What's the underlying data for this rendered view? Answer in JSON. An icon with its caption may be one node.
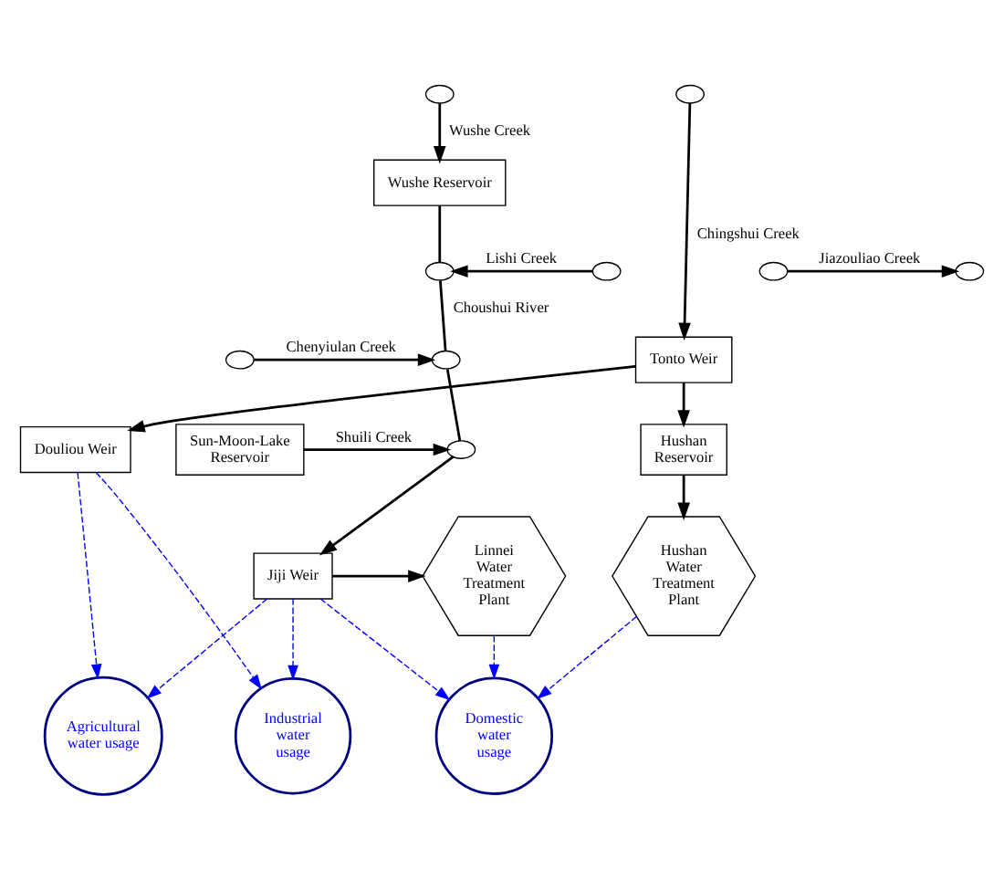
{
  "diagram": {
    "nodes": [
      {
        "text": [],
        "shape": "cloud"
      },
      {
        "text": [],
        "shape": "cloud"
      },
      {
        "text": [
          "Wushe Reservoir"
        ]
      },
      {
        "text": [],
        "shape": "cloud"
      },
      {
        "text": [],
        "shape": "cloud"
      },
      {
        "text": [
          "Tonto Weir"
        ]
      },
      {
        "text": [],
        "shape": "cloud"
      },
      {
        "text": [],
        "shape": "cloud"
      },
      {
        "text": [
          "Sun-Moon-Lake Reservoir"
        ]
      },
      {
        "text": [],
        "shape": "cloud"
      },
      {
        "text": [],
        "shape": "cloud"
      },
      {
        "text": [
          "Hushan Reservoir"
        ]
      },
      {
        "text": [],
        "shape": "cloud"
      },
      {
        "text": [
          "Douliou Weir"
        ]
      },
      {
        "text": [
          "Jiji Weir"
        ]
      },
      {
        "text": [
          "Linnei Water Treatment Plant"
        ]
      },
      {
        "text": [
          "Hushan Water Treatment Plant"
        ]
      },
      {
        "text": [
          "Agricultural water usage"
        ]
      },
      {
        "text": [
          "Industrial water usage"
        ]
      },
      {
        "text": [
          "Domestic water usage"
        ]
      }
    ],
    "edges": [
      {
        "from": 0,
        "to": 2,
        "arrow": "to",
        "label": "Wushe Creek"
      },
      {
        "from": 2,
        "to": 3,
        "arrow": "none"
      },
      {
        "from": 4,
        "to": 3,
        "arrow": "to",
        "label": "Lishi Creek"
      },
      {
        "from": 3,
        "to": 9,
        "arrow": "none",
        "label": "Choushui River"
      },
      {
        "from": 10,
        "to": 9,
        "arrow": "to",
        "label": "Chenyiulan Creek"
      },
      {
        "from": 9,
        "to": 12,
        "arrow": "none"
      },
      {
        "from": 8,
        "to": 12,
        "arrow": "to",
        "label": "Shuili Creek"
      },
      {
        "from": 12,
        "to": 14,
        "arrow": "to"
      },
      {
        "from": 1,
        "to": 5,
        "arrow": "to",
        "label": "Chingshui Creek"
      },
      {
        "from": 5,
        "to": 11,
        "arrow": "to"
      },
      {
        "from": 6,
        "to": 7,
        "arrow": "to",
        "label": "Jiazouliao Creek"
      },
      {
        "from": 5,
        "to": 13,
        "arrow": "to"
      },
      {
        "from": 11,
        "to": 16,
        "arrow": "to"
      },
      {
        "from": 14,
        "to": 15,
        "arrow": "to"
      },
      {
        "from": 13,
        "to": 17,
        "arrow": "to",
        "style": "dashed",
        "color": "#0000ff"
      },
      {
        "from": 13,
        "to": 18,
        "arrow": "to",
        "style": "dashed",
        "color": "#0000ff"
      },
      {
        "from": 14,
        "to": 17,
        "arrow": "to",
        "style": "dashed",
        "color": "#0000ff"
      },
      {
        "from": 14,
        "to": 18,
        "arrow": "to",
        "style": "dashed",
        "color": "#0000ff"
      },
      {
        "from": 14,
        "to": 19,
        "arrow": "to",
        "style": "dashed",
        "color": "#0000ff"
      },
      {
        "from": 15,
        "to": 19,
        "arrow": "to",
        "style": "dashed",
        "color": "#0000ff"
      },
      {
        "from": 16,
        "to": 19,
        "arrow": "to",
        "style": "dashed",
        "color": "#0000ff"
      }
    ]
  }
}
